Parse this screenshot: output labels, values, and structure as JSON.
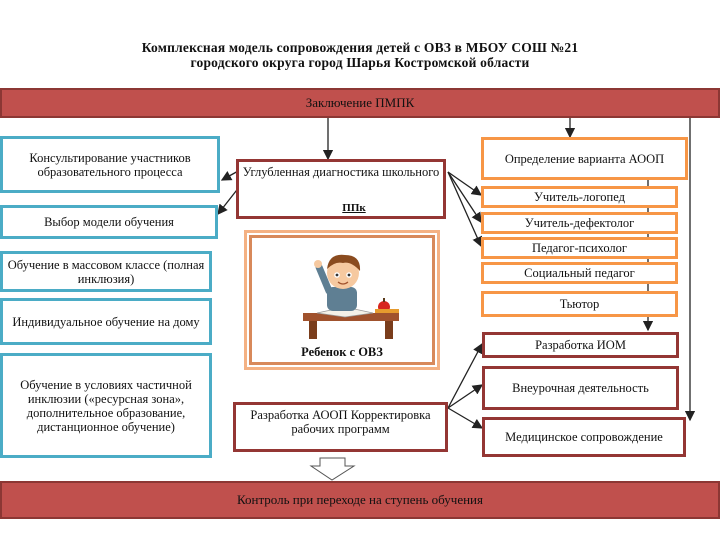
{
  "title_line1": "Комплексная модель сопровождения детей с ОВЗ в МБОУ СОШ №21",
  "title_line2": "городского округа город Шарья Костромской области",
  "top_bar": "Заключение ПМПК",
  "bottom_bar": "Контроль при переходе на ступень обучения",
  "left_column": [
    "Консультирование участников образовательного процесса",
    "Выбор модели обучения",
    "Обучение в массовом классе (полная инклюзия)",
    "Индивидуальное обучение на дому",
    "Обучение в условиях частичной инклюзии («ресурсная зона», дополнительное образование, дистанционное обучение)"
  ],
  "center": {
    "diagnostics": "Углубленная диагностика школьного",
    "diagnostics_tag": "ППк",
    "child_label": "Ребенок с ОВЗ",
    "aoop": "Разработка АООП Корректировка рабочих программ"
  },
  "right_column": {
    "variant": "Определение варианта АООП",
    "specialists": [
      "Учитель-логопед",
      "Учитель-дефектолог",
      "Педагог-психолог",
      "Социальный педагог",
      "Тьютор"
    ],
    "iom": "Разработка ИОМ",
    "extracurricular": "Внеурочная деятельность",
    "medical": "Медицинское сопровождение"
  },
  "colors": {
    "bar": "#c0504d",
    "left_border": "#4bacc6",
    "right_border": "#f79646",
    "accent_border": "#943634"
  }
}
